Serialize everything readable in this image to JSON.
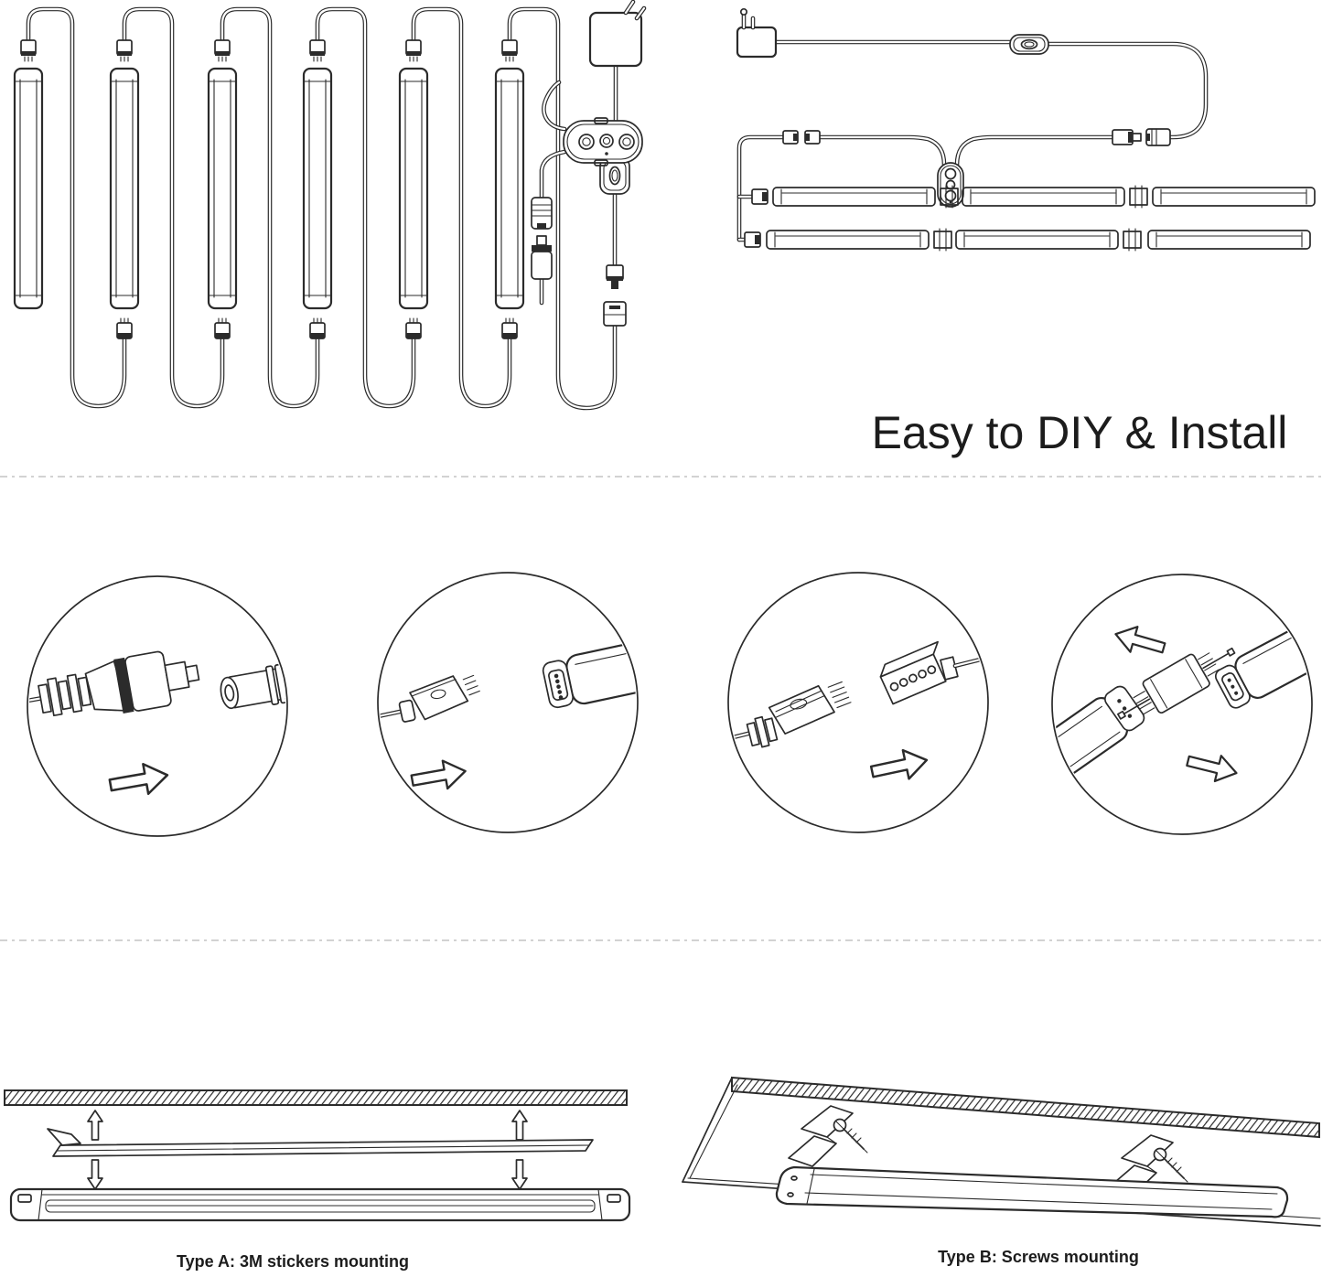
{
  "colors": {
    "background": "#ffffff",
    "line": "#2b2b2b",
    "divider": "#c3c3c3",
    "text": "#1c1c1c"
  },
  "header": {
    "title": "Easy to DIY & Install"
  },
  "figures": {
    "serpentine": {
      "name": "six-bars-daisy-chain-with-power-adapter",
      "bar_count": 6
    },
    "rows": {
      "name": "six-bars-two-rows-direct-connect",
      "bar_count": 6,
      "row_count": 2
    },
    "details": [
      {
        "name": "dc-barrel-plug-to-jack"
      },
      {
        "name": "pin-plug-to-bar-socket"
      },
      {
        "name": "pin-plug-to-pin-socket"
      },
      {
        "name": "bar-to-bar-rigid-connector"
      }
    ],
    "mounting": [
      {
        "caption": "Type A: 3M stickers mounting"
      },
      {
        "caption": "Type B: Screws mounting"
      }
    ]
  }
}
